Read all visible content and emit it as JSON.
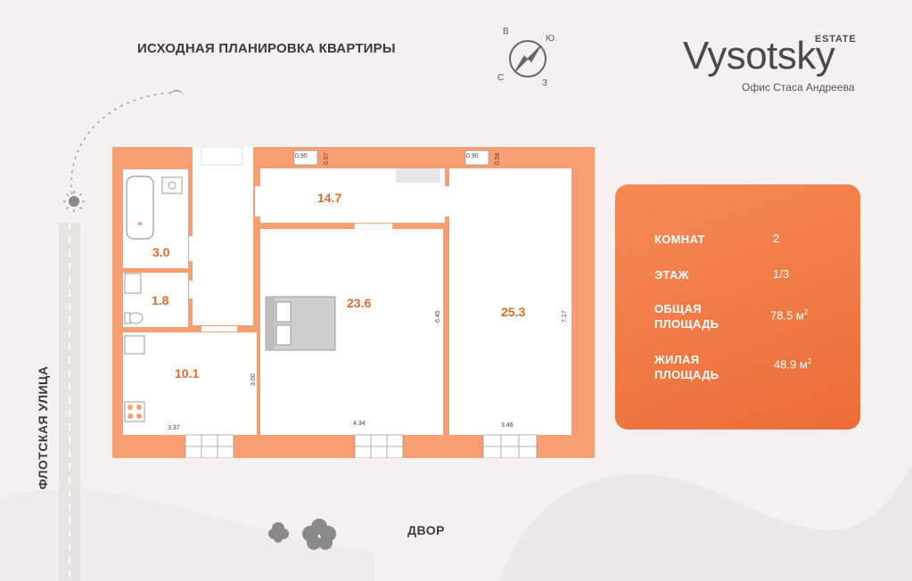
{
  "heading": "ИСХОДНАЯ ПЛАНИРОВКА КВАРТИРЫ",
  "brand": {
    "name": "Vysotsky",
    "estate": "ESTATE",
    "subtitle": "Офис Стаса Андреева"
  },
  "compass": {
    "north": "В",
    "east": "Ю",
    "south": "З",
    "west": "С"
  },
  "street": "ФЛОТСКАЯ УЛИЦА",
  "yard": "ДВОР",
  "rooms": {
    "corridor": "14.7",
    "bedroom": "23.6",
    "living": "25.3",
    "bathroom": "3.0",
    "toilet": "1.8",
    "kitchen": "10.1"
  },
  "dimensions": {
    "top_left_w": "0.90",
    "top_left_v": "0.57",
    "top_right_w": "0.90",
    "top_right_v": "0.58",
    "bedroom_h": "6.45",
    "living_h": "7.17",
    "kitchen_h": "3.00",
    "kitchen_w": "3.37",
    "bedroom_w": "4.34",
    "living_w": "3.46"
  },
  "card": {
    "rooms_label": "КОМНАТ",
    "rooms_value": "2",
    "floor_label": "ЭТАЖ",
    "floor_value": "1/3",
    "total_label_1": "ОБЩАЯ",
    "total_label_2": "ПЛОЩАДЬ",
    "total_value": "78.5 м",
    "living_label_1": "ЖИЛАЯ",
    "living_label_2": "ПЛОЩАДЬ",
    "living_value": "48.9 м",
    "unit_power": "2"
  },
  "colors": {
    "wall": "#f79f72",
    "accent": "#e06a2c",
    "card": "#f07a45",
    "background": "#f4f2f1"
  }
}
